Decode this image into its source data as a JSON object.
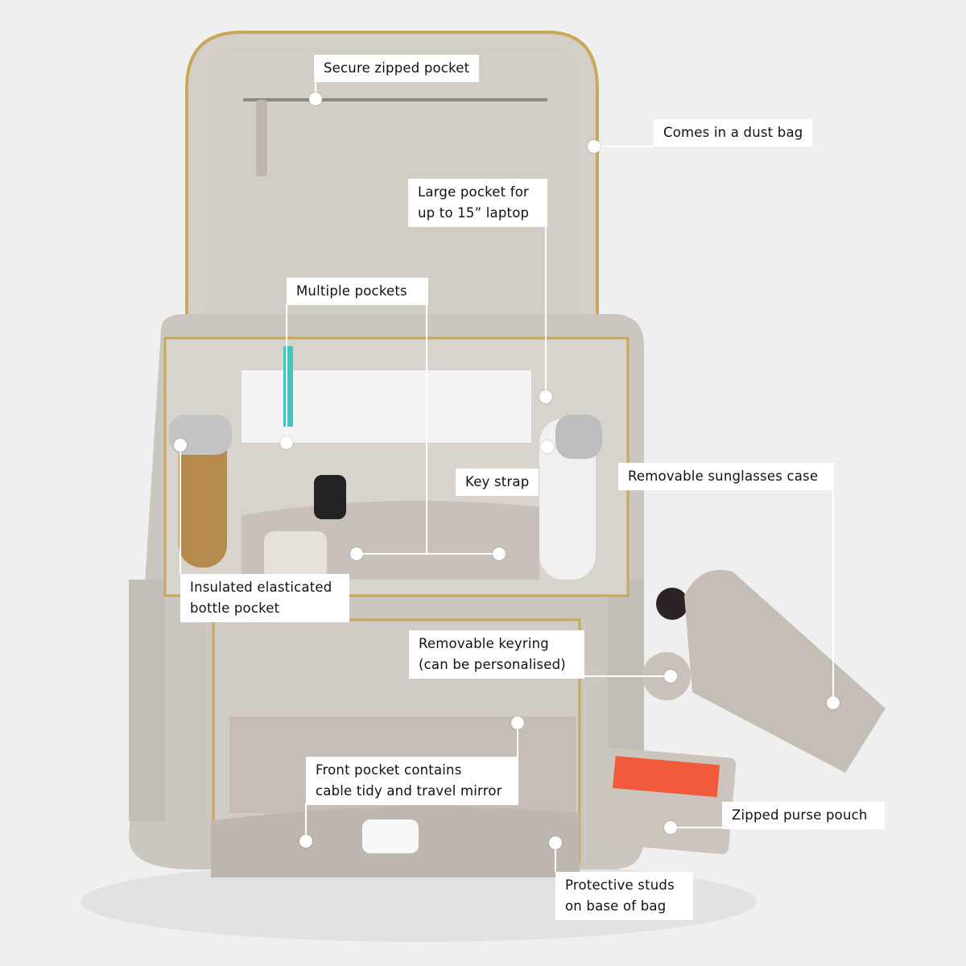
{
  "callouts": {
    "secure_pocket": "Secure zipped pocket",
    "dust_bag": "Comes in a dust bag",
    "laptop_1": "Large pocket for",
    "laptop_2": "up to 15” laptop",
    "multiple_pockets": "Multiple pockets",
    "key_strap": "Key strap",
    "sunglasses_case": "Removable sunglasses case",
    "bottle_1": "Insulated elasticated",
    "bottle_2": "bottle pocket",
    "keyring_1": "Removable keyring",
    "keyring_2": "(can be personalised)",
    "front_pocket_1": "Front pocket contains",
    "front_pocket_2": "cable tidy and travel mirror",
    "purse": "Zipped purse pouch",
    "studs_1": "Protective studs",
    "studs_2": "on base of bag"
  },
  "colors": {
    "background": "#efefef",
    "bag": "#cbc6c0",
    "lining": "#d6d1ca",
    "zip": "#c9a85a"
  }
}
